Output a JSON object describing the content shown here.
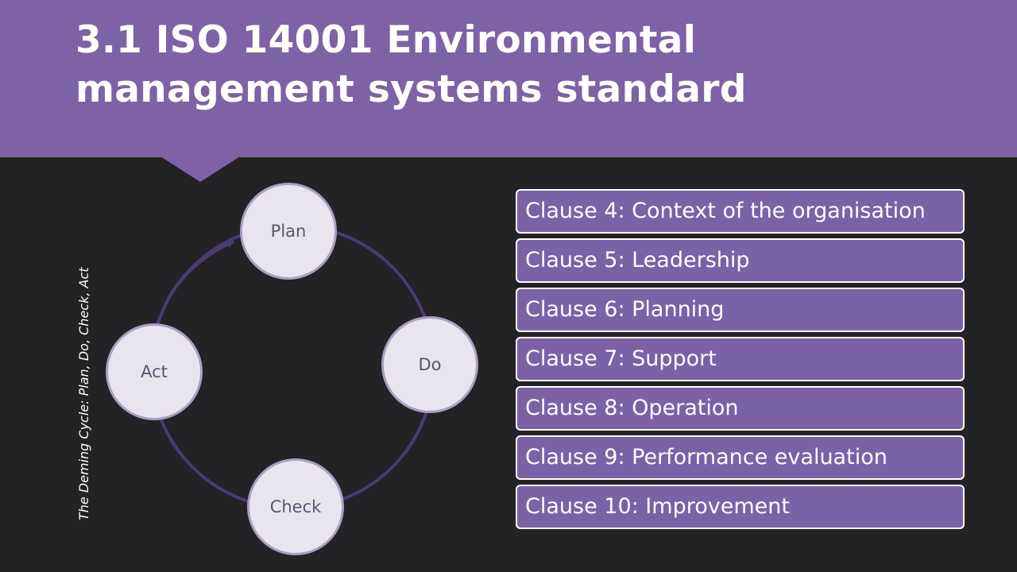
{
  "slide": {
    "title_line1": "3.1 ISO 14001 Environmental",
    "title_line2": "management systems standard"
  },
  "cycle": {
    "caption": "The Deming Cycle: Plan, Do, Check, Act",
    "steps": [
      "Plan",
      "Do",
      "Check",
      "Act"
    ]
  },
  "clauses": [
    "Clause 4: Context of the organisation",
    "Clause 5: Leadership",
    "Clause 6: Planning",
    "Clause 7: Support",
    "Clause 8: Operation",
    "Clause 9: Performance evaluation",
    "Clause 10: Improvement"
  ],
  "colors": {
    "accent_purple": "#7d62a6",
    "background": "#232224",
    "node_fill": "#e8e5ef",
    "cycle_line": "#4b3b70"
  }
}
